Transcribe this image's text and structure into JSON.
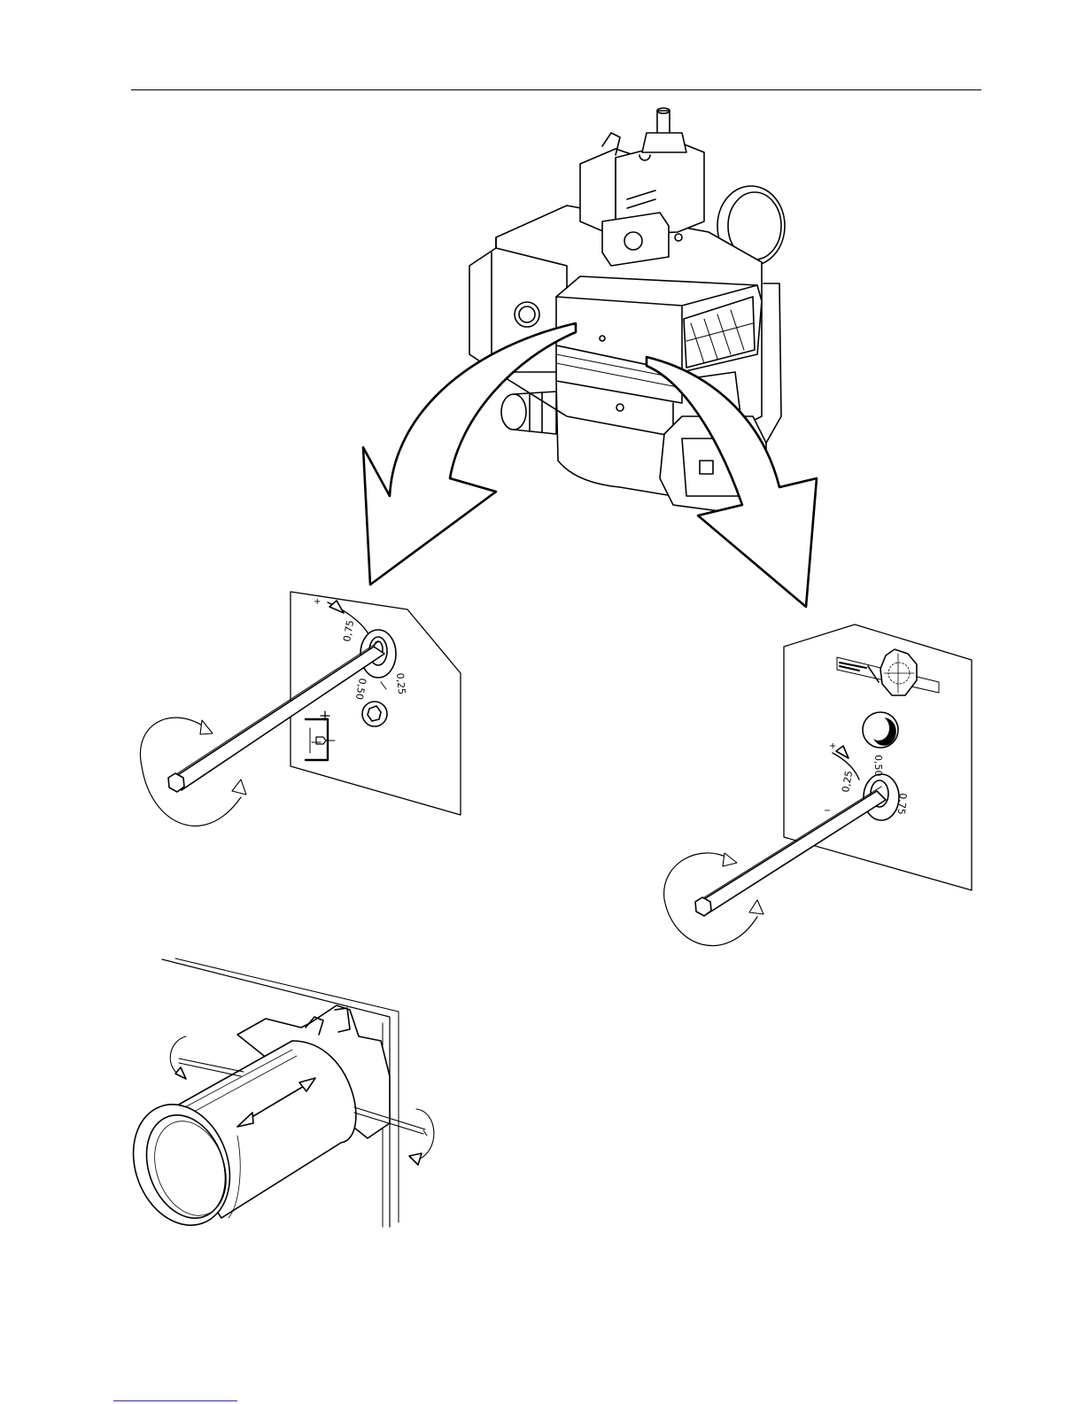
{
  "figure": {
    "left_panel": {
      "scale_labels": [
        "0,75",
        "0,25",
        "0,50"
      ],
      "sign_plus": "+",
      "sign_minus": "−"
    },
    "right_panel": {
      "scale_labels": [
        "0,50",
        "0,25",
        "0,75"
      ],
      "sign_plus": "+",
      "sign_minus": "−"
    }
  },
  "colors": {
    "line": "#000000",
    "paper": "#ffffff",
    "shade": "#cccccc",
    "footer_rule": "#2a2acc"
  }
}
